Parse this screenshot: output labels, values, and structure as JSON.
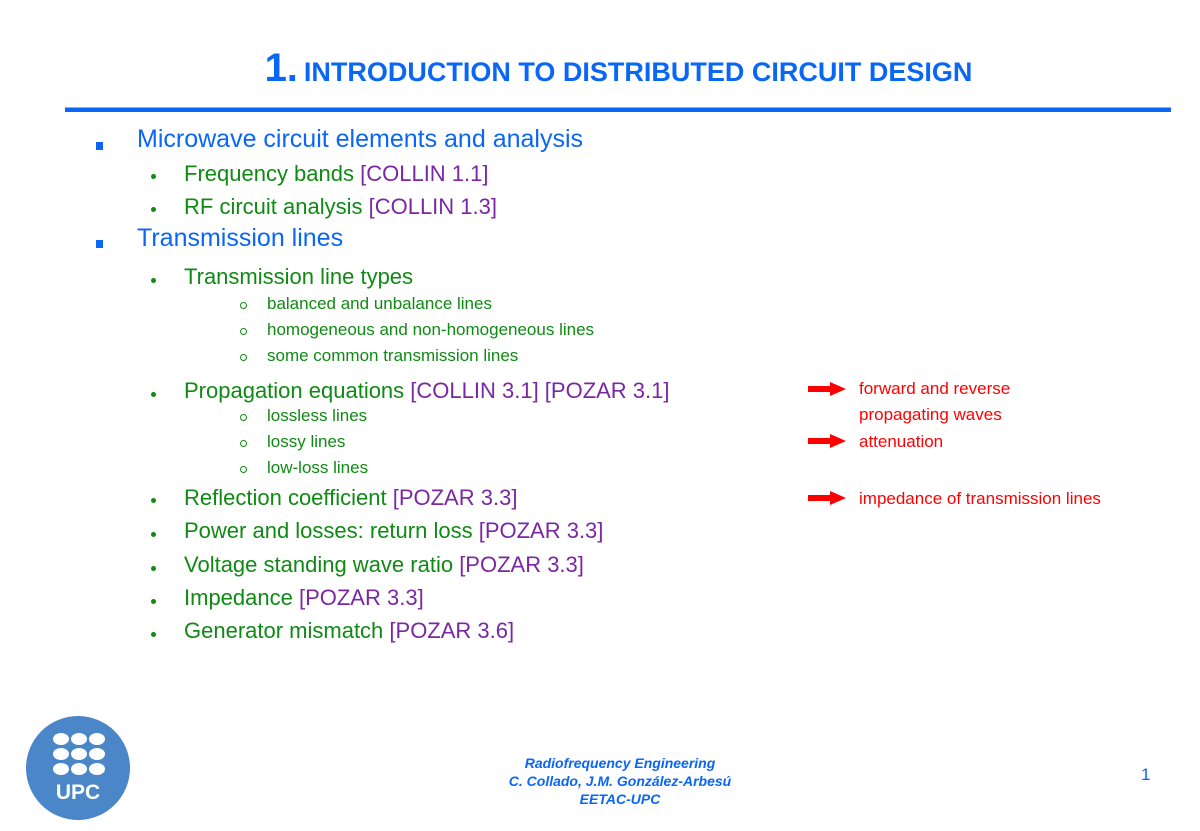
{
  "slide": {
    "title_number": "1.",
    "title_text": "INTRODUCTION TO DISTRIBUTED CIRCUIT DESIGN",
    "colors": {
      "title_blue": "#0a66f5",
      "body_green": "#0f8a13",
      "reference_purple": "#7a27a3",
      "annotation_red": "#ff0000",
      "logo_blue": "#4a86c8"
    }
  },
  "outline": {
    "sections": [
      {
        "label": "Microwave circuit elements and analysis",
        "items": [
          {
            "text": "Frequency bands ",
            "ref": "[COLLIN 1.1]"
          },
          {
            "text": "RF circuit analysis ",
            "ref": "[COLLIN 1.3]"
          }
        ]
      },
      {
        "label": "Transmission lines",
        "items": [
          {
            "text": "Transmission line types",
            "ref": "",
            "subitems": [
              "balanced and unbalance lines",
              "homogeneous and non-homogeneous lines",
              "some common transmission lines"
            ]
          },
          {
            "text": "Propagation equations ",
            "ref": "[COLLIN 3.1] [POZAR 3.1]",
            "subitems": [
              "lossless lines",
              "lossy lines",
              "low-loss lines"
            ]
          },
          {
            "text": "Reflection coefficient ",
            "ref": "[POZAR 3.3]"
          },
          {
            "text": "Power and losses: return loss ",
            "ref": "[POZAR 3.3]"
          },
          {
            "text": "Voltage standing wave ratio ",
            "ref": "[POZAR 3.3]"
          },
          {
            "text": "Impedance ",
            "ref": "[POZAR 3.3]"
          },
          {
            "text": "Generator mismatch ",
            "ref": "[POZAR 3.6]"
          }
        ]
      }
    ]
  },
  "annotations": [
    {
      "line1": "forward and reverse",
      "line2": "propagating waves"
    },
    {
      "line1": "attenuation"
    },
    {
      "line1": "impedance of transmission lines"
    }
  ],
  "footer": {
    "course": "Radiofrequency Engineering",
    "authors": "C. Collado, J.M. González-Arbesú",
    "institution": "EETAC-UPC",
    "page_number": "1",
    "logo_text": "UPC"
  }
}
